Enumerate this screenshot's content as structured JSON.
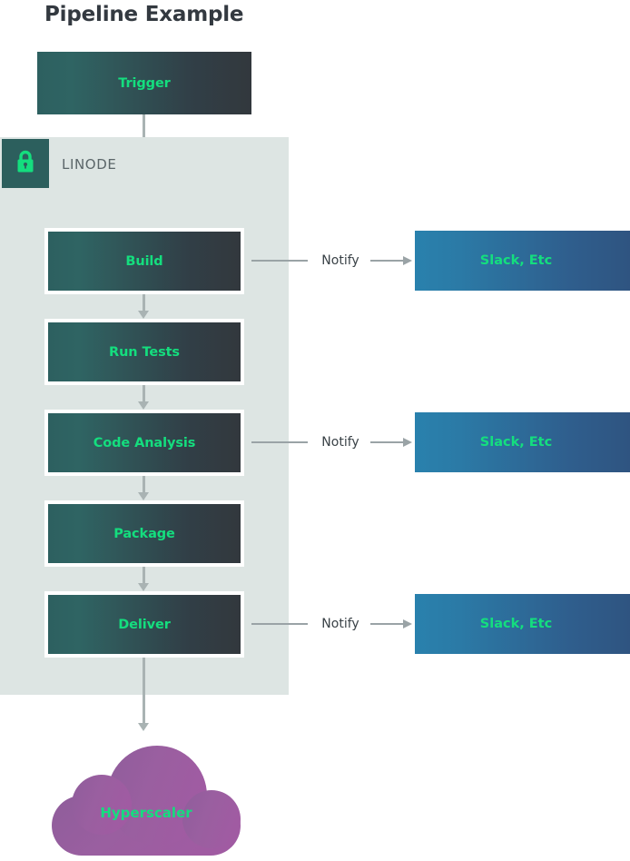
{
  "page": {
    "title": "Pipeline Example",
    "background": "#ffffff"
  },
  "colors": {
    "accent_green": "#14de7e",
    "panel_bg": "#dde5e3",
    "badge_bg": "#2c5f5d",
    "stage_gradient_start": "#2d6060",
    "stage_gradient_end": "#32383d",
    "notify_gradient_start": "#2981ad",
    "notify_gradient_end": "#2f537f",
    "cloud_fill": "#9a5fa0",
    "connector": "#a9b3b3",
    "title_color": "#333940",
    "linode_label_color": "#5b6669",
    "notify_text_color": "#3a4247"
  },
  "trigger": {
    "label": "Trigger"
  },
  "linode": {
    "label": "LINODE",
    "badge_icon": "lock-icon",
    "stages": [
      {
        "id": "build",
        "label": "Build",
        "has_notify": true
      },
      {
        "id": "run-tests",
        "label": "Run Tests",
        "has_notify": false
      },
      {
        "id": "code-analysis",
        "label": "Code Analysis",
        "has_notify": true
      },
      {
        "id": "package",
        "label": "Package",
        "has_notify": false
      },
      {
        "id": "deliver",
        "label": "Deliver",
        "has_notify": true
      }
    ]
  },
  "notifications": [
    {
      "connector_label": "Notify",
      "target_label": "Slack, Etc"
    },
    {
      "connector_label": "Notify",
      "target_label": "Slack, Etc"
    },
    {
      "connector_label": "Notify",
      "target_label": "Slack, Etc"
    }
  ],
  "cloud": {
    "label": "Hyperscaler"
  }
}
